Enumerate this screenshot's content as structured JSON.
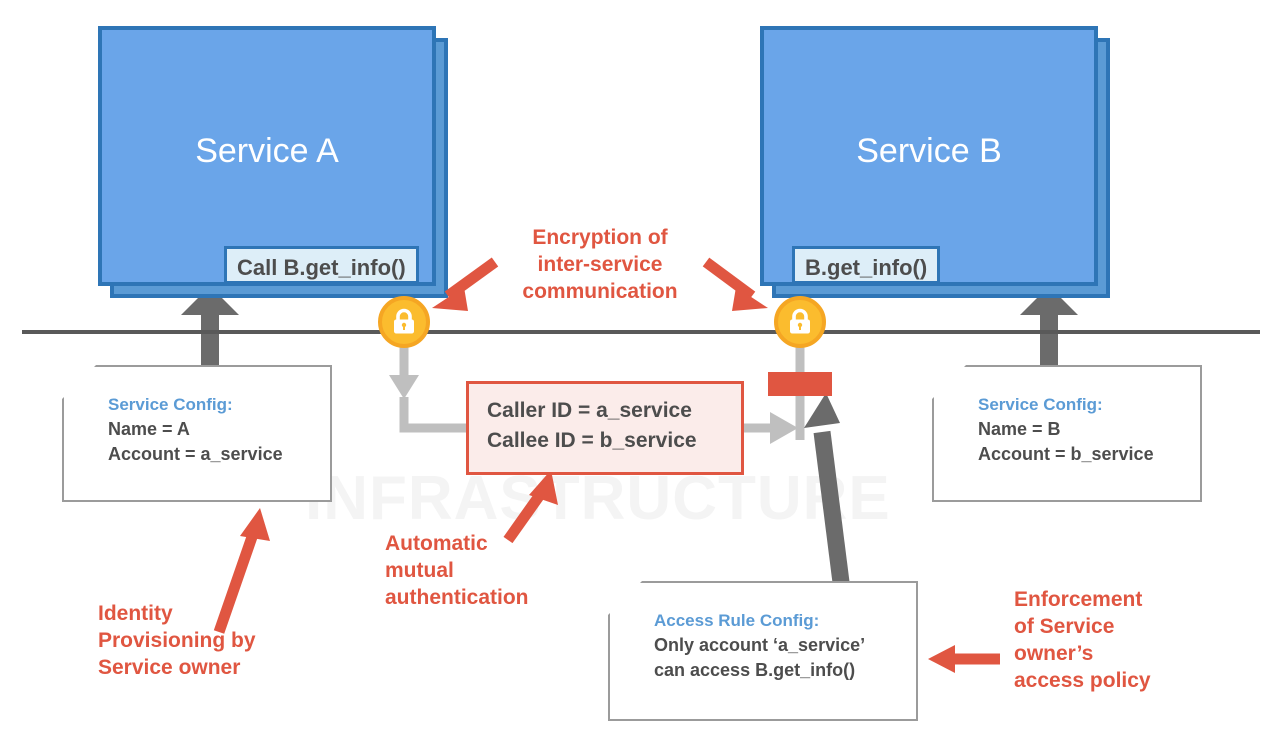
{
  "diagram": {
    "watermark": "INFRASTRUCTURE",
    "colors": {
      "service_fill": "#6aa5e9",
      "service_border": "#2e75b6",
      "method_fill": "#ddeef8",
      "accent_red": "#e05641",
      "lock_yellow": "#fbbc2e",
      "note_border": "#9b9b9b",
      "note_title_blue": "#5b9bd5",
      "infra_line": "#595959",
      "flow_gray": "#bfbfbf",
      "arrow_dark": "#6b6b6b"
    }
  },
  "services": {
    "a": {
      "title": "Service A",
      "method": "Call B.get_info()"
    },
    "b": {
      "title": "Service B",
      "method": "B.get_info()"
    }
  },
  "configs": {
    "service_a": {
      "title": "Service Config:",
      "lines": [
        "Name = A",
        "Account  = a_service"
      ]
    },
    "service_b": {
      "title": "Service Config:",
      "lines": [
        "Name = B",
        "Account  = b_service"
      ]
    },
    "access_rule": {
      "title": "Access Rule Config:",
      "lines": [
        "Only account ‘a_service’",
        "can access B.get_info()"
      ]
    }
  },
  "id_box": {
    "lines": [
      "Caller  ID = a_service",
      "Callee ID =  b_service"
    ]
  },
  "callouts": {
    "encryption": "Encryption of\ninter-service\ncommunication",
    "encryption_l1": "Encryption of",
    "encryption_l2": "inter-service",
    "encryption_l3": "communication",
    "identity_l1": "Identity",
    "identity_l2": "Provisioning by",
    "identity_l3": "Service owner",
    "mutual_auth_l1": "Automatic",
    "mutual_auth_l2": "mutual",
    "mutual_auth_l3": "authentication",
    "enforcement_l1": "Enforcement",
    "enforcement_l2": "of Service",
    "enforcement_l3": "owner’s",
    "enforcement_l4": "access policy"
  },
  "icons": {
    "lock_left": "lock-icon",
    "lock_right": "lock-icon"
  }
}
